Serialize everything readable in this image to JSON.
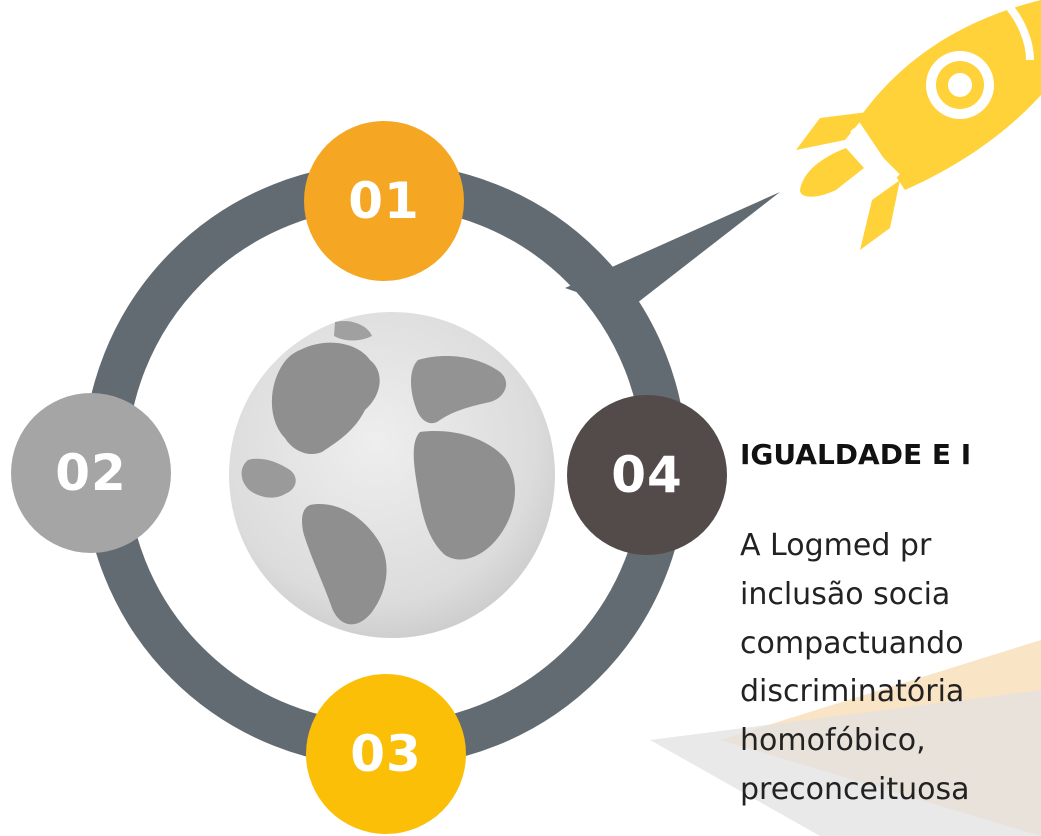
{
  "colors": {
    "ring": "#636b72",
    "step1": "#f5a623",
    "step2": "#a5a5a5",
    "step3": "#fbbf08",
    "step4": "#524b49",
    "rocket": "#ffd23a",
    "accent_tri": "#f6d9ad",
    "gray_tri": "#e2e2e2"
  },
  "steps": [
    {
      "number": "01"
    },
    {
      "number": "02"
    },
    {
      "number": "03"
    },
    {
      "number": "04"
    }
  ],
  "icons": [
    "globe-icon",
    "rocket-icon"
  ],
  "content": {
    "heading": "IGUALDADE E I",
    "lines": [
      "A Logmed pr",
      "inclusão socia",
      "compactuando",
      "discriminatória",
      "homofóbico,",
      "preconceituosa"
    ]
  }
}
